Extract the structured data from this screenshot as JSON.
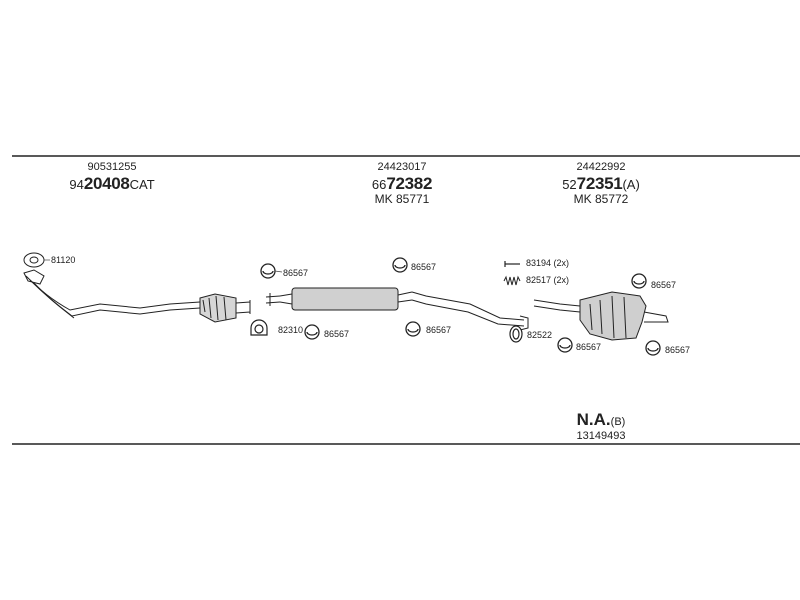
{
  "groups": [
    {
      "oe": "90531255",
      "prefix": "94",
      "bold": "20408",
      "suffix": "CAT",
      "mk": ""
    },
    {
      "oe": "24423017",
      "prefix": "66",
      "bold": "72382",
      "suffix": "",
      "mk": "MK 85771"
    },
    {
      "oe": "24422992",
      "prefix": "52",
      "bold": "72351",
      "suffix": "(A)",
      "mk": "MK 85772"
    }
  ],
  "parts": {
    "gasket_81120": "81120",
    "hanger_a": "86567",
    "clamp_82310": "82310",
    "hanger_b": "86567",
    "hanger_c": "86567",
    "hanger_d": "86567",
    "screw_83194": "83194 (2x)",
    "spring_82517": "82517 (2x)",
    "ring_82522": "82522",
    "hanger_e": "86567",
    "hanger_f": "86567",
    "hanger_g": "86567"
  },
  "na": {
    "bold": "N.A.",
    "suffix": "(B)",
    "oe": "13149493"
  },
  "colors": {
    "line": "#222222",
    "muffler": "#cfcfcf",
    "background": "#ffffff"
  }
}
